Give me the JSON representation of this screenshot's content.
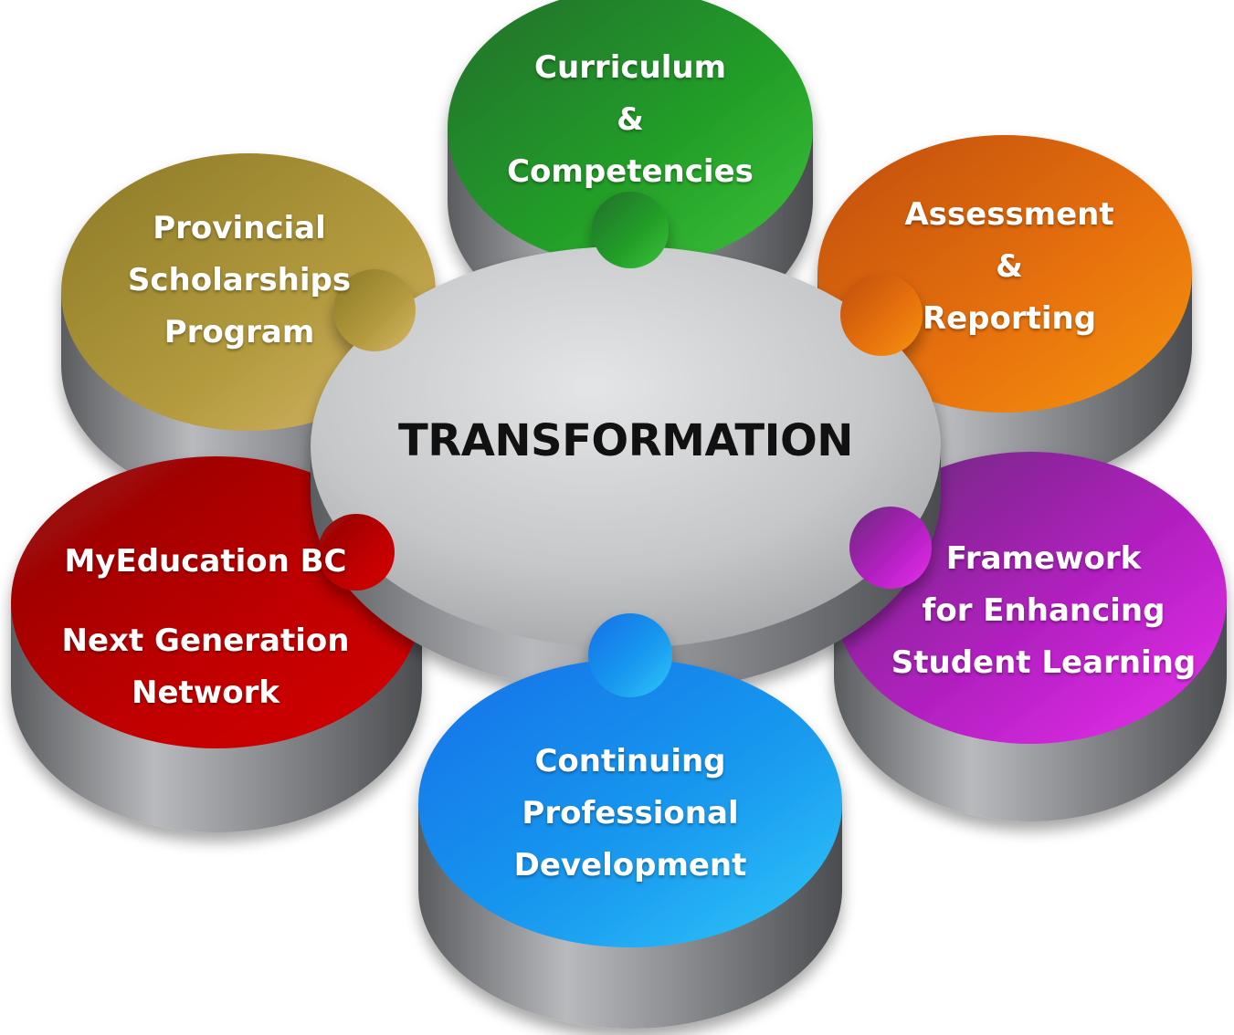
{
  "center": {
    "label": "TRANSFORMATION",
    "color": "#c5c7c9"
  },
  "pieces": {
    "curriculum": {
      "lines": [
        "Curriculum",
        "&",
        "Competencies"
      ],
      "color": "#24a028"
    },
    "assessment": {
      "lines": [
        "Assessment",
        "&",
        "Reporting"
      ],
      "color": "#e8720c"
    },
    "framework": {
      "lines": [
        "Framework",
        "for Enhancing",
        "Student Learning"
      ],
      "color": "#c520c8"
    },
    "professional": {
      "lines": [
        "Continuing",
        "Professional",
        "Development"
      ],
      "color": "#1a9bef"
    },
    "myeducation": {
      "lines": [
        "MyEducation BC",
        "Next Generation",
        "Network"
      ],
      "color": "#c00000"
    },
    "scholarships": {
      "lines": [
        "Provincial",
        "Scholarships",
        "Program"
      ],
      "color": "#b39a3e"
    }
  }
}
